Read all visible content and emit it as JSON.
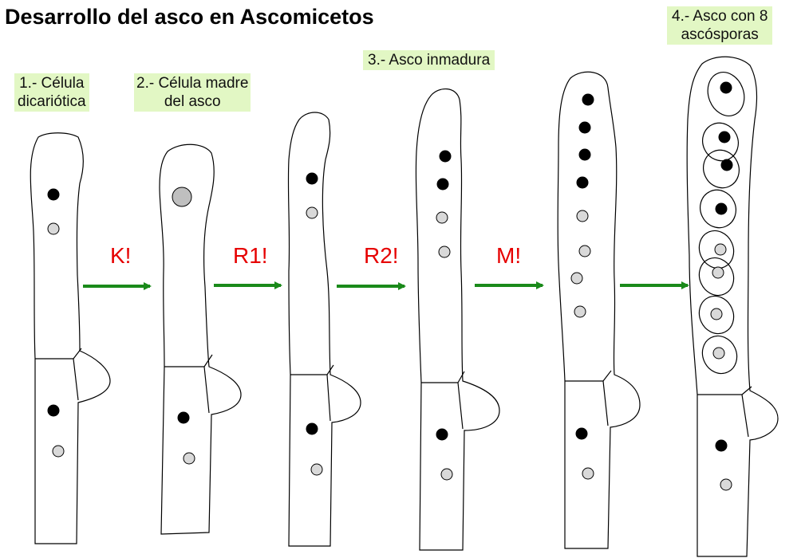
{
  "title": "Desarrollo del asco en Ascomicetos",
  "stage_labels": [
    {
      "text": "1.- Célula\ndicariótica"
    },
    {
      "text": "2.- Célula madre\ndel asco"
    },
    {
      "text": "3.- Asco inmadura"
    },
    {
      "text": "4.- Asco con 8\nascósporas"
    }
  ],
  "steps": [
    {
      "text": "K!"
    },
    {
      "text": "R1!"
    },
    {
      "text": "R2!"
    },
    {
      "text": "M!"
    }
  ],
  "colors": {
    "label_background": "#e2f7c4",
    "step_text": "#e60000",
    "arrow": "#1a8a1a",
    "nucleus_dark": "#000000",
    "nucleus_light": "#d9d9d9",
    "fused_nucleus": "#bfbfbf"
  }
}
